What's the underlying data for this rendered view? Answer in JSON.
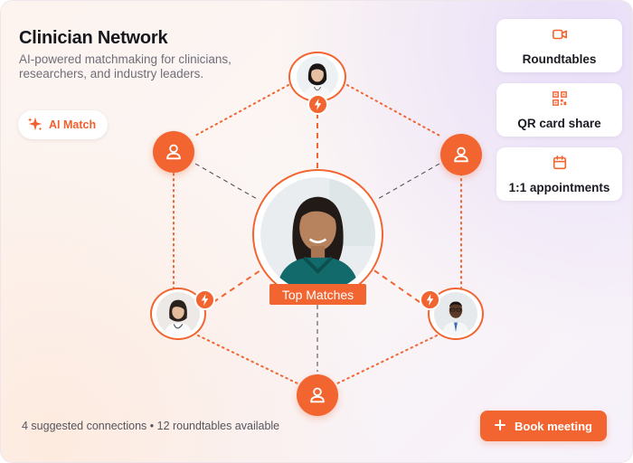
{
  "header": {
    "title": "Clinician Network",
    "subtitle": "AI-powered matchmaking for clinicians, researchers, and industry leaders."
  },
  "ai_match": {
    "label": "AI Match",
    "icon": "sparkle-icon"
  },
  "feature_cards": [
    {
      "label": "Roundtables",
      "icon": "video-camera-icon"
    },
    {
      "label": "QR card share",
      "icon": "qr-code-icon"
    },
    {
      "label": "1:1 appointments",
      "icon": "calendar-icon"
    }
  ],
  "network": {
    "center_label": "Top Matches",
    "profile_icon": "user-icon",
    "match_icon": "lightning-bolt-icon"
  },
  "footer": {
    "status": "4 suggested connections • 12 roundtables available",
    "book_label": "Book meeting",
    "book_icon": "plus-icon"
  },
  "colors": {
    "accent": "#f26430",
    "title": "#16161d",
    "muted": "#6e6e78"
  }
}
